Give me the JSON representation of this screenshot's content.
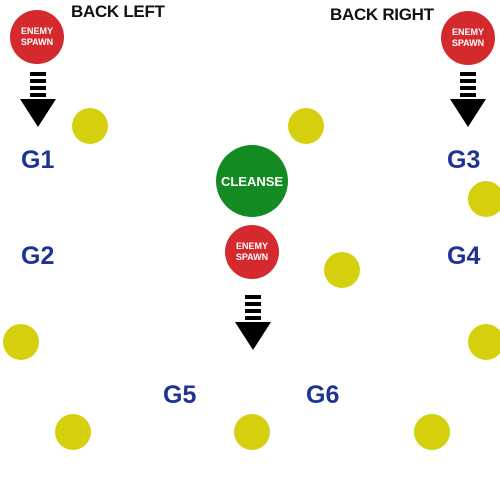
{
  "labels": {
    "back_left": "BACK LEFT",
    "back_right": "BACK RIGHT"
  },
  "spawns": {
    "left": "ENEMY SPAWN",
    "right": "ENEMY SPAWN",
    "center": "ENEMY SPAWN"
  },
  "cleanse": "CLEANSE",
  "groups": {
    "g1": "G1",
    "g2": "G2",
    "g3": "G3",
    "g4": "G4",
    "g5": "G5",
    "g6": "G6"
  },
  "colors": {
    "spawn": "#d42a2d",
    "cleanse": "#138a22",
    "marker": "#d6cf0d",
    "group_text": "#1f3394",
    "arrow": "#000000"
  },
  "icons": {
    "arrow": "down-arrow-icon",
    "marker": "yellow-circle-marker"
  }
}
